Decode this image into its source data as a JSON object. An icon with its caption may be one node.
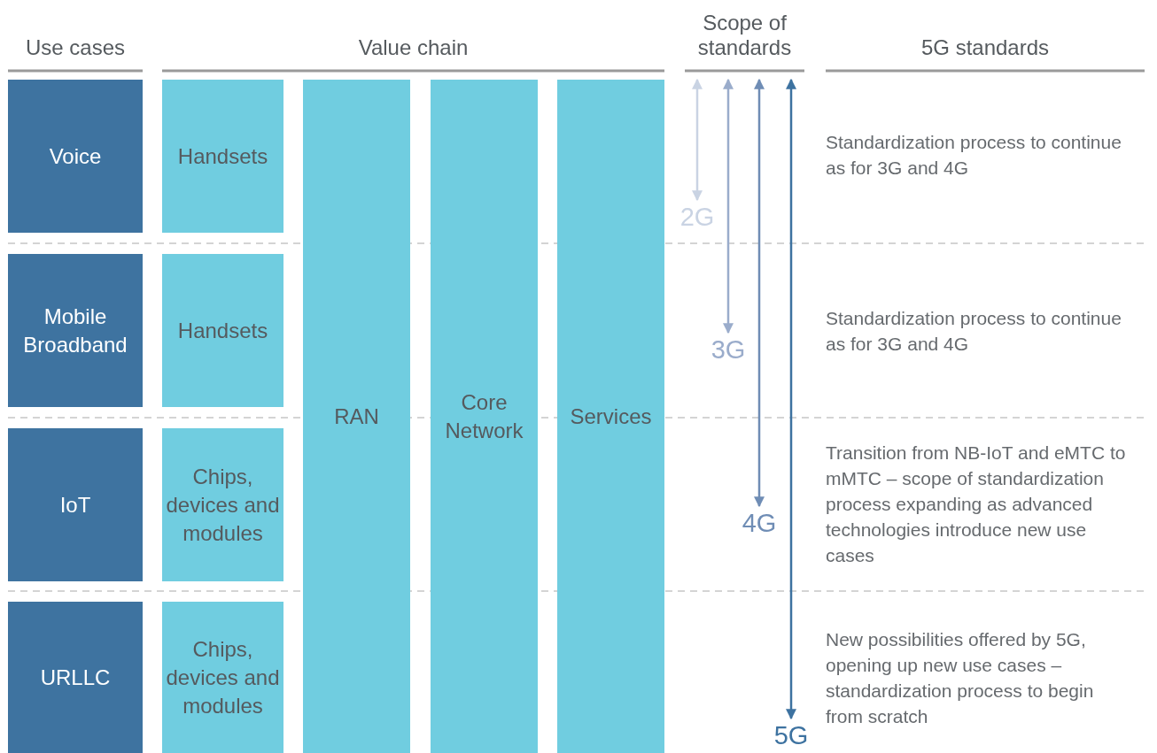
{
  "diagram": {
    "nodes": [
      {
        "text": [
          "Voice"
        ]
      },
      {
        "text": [
          "Mobile Broadband"
        ]
      },
      {
        "text": [
          "IoT"
        ]
      },
      {
        "text": [
          "URLLC"
        ]
      },
      {
        "text": [
          "Handsets"
        ]
      },
      {
        "text": [
          "Handsets"
        ]
      },
      {
        "text": [
          "Chips, devices and modules"
        ]
      },
      {
        "text": [
          "Chips, devices and modules"
        ]
      },
      {
        "text": [
          "RAN"
        ]
      },
      {
        "text": [
          "Core Network"
        ]
      },
      {
        "text": [
          "Services"
        ]
      }
    ],
    "labels": [
      "Use cases",
      "Value chain",
      "Scope of standards",
      "5G standards",
      "Standardization process to continue as for 3G and 4G",
      "2G",
      "Standardization process to continue as for 3G and 4G",
      "3G",
      "Transition from NB-IoT and eMTC to mMTC – scope of standardization process expanding as advanced technologies introduce new use cases",
      "4G",
      "New possibilities offered by 5G, opening up new use cases – standardization process to begin from scratch",
      "5G"
    ]
  }
}
